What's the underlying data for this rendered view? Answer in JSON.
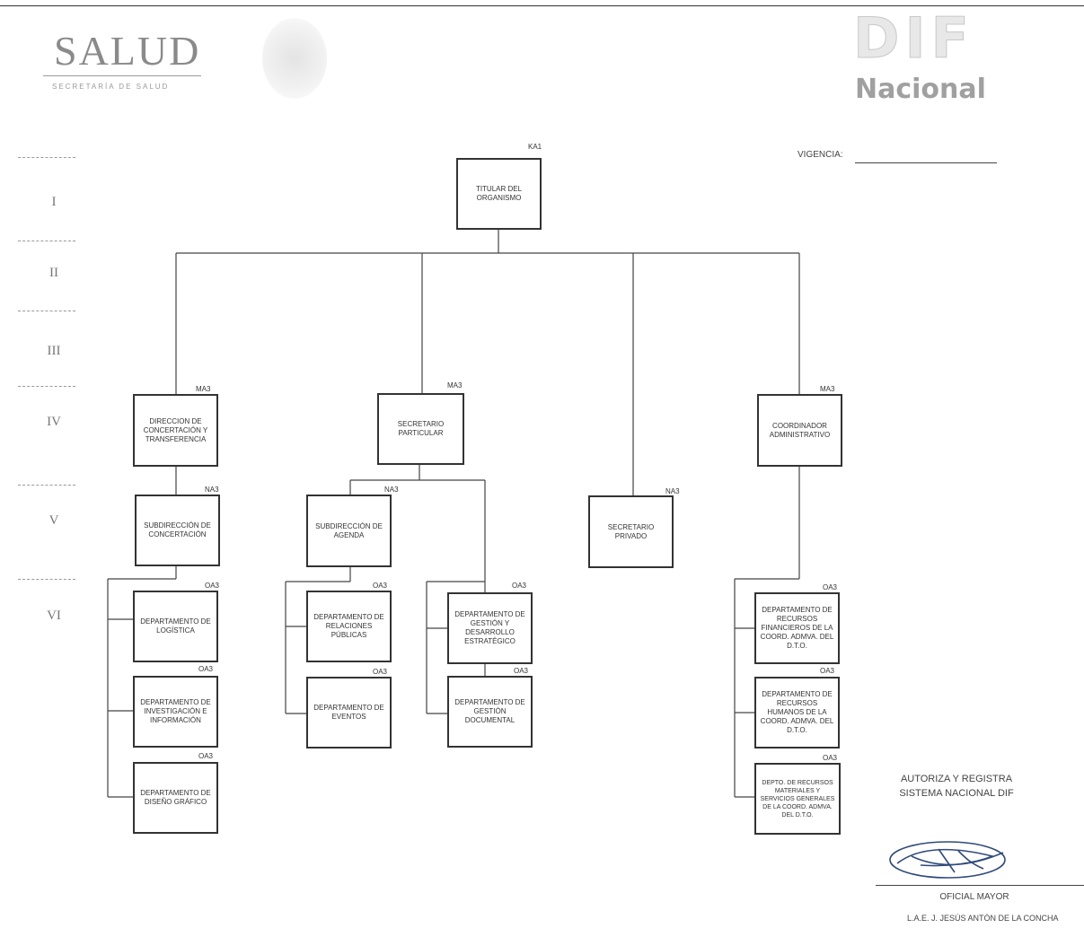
{
  "header": {
    "left_logo_text": "SALUD",
    "left_logo_subtext": "SECRETARÍA DE SALUD",
    "right_logo_text": "DIF",
    "right_logo_subtext": "Nacional",
    "vigencia_label": "VIGENCIA:"
  },
  "levels": [
    "I",
    "II",
    "III",
    "IV",
    "V",
    "VI"
  ],
  "org": {
    "root": {
      "label": "TITULAR DEL ORGANISMO",
      "code": "KA1"
    },
    "direccion": {
      "label": "DIRECCION DE CONCERTACIÓN Y TRANSFERENCIA",
      "code": "MA3"
    },
    "secretario_particular": {
      "label": "SECRETARIO PARTICULAR",
      "code": "MA3"
    },
    "secretario_privado": {
      "label": "SECRETARIO PRIVADO",
      "code": "NA3"
    },
    "coordinador": {
      "label": "COORDINADOR ADMINISTRATIVO",
      "code": "MA3"
    },
    "sub_concertacion": {
      "label": "SUBDIRECCIÓN DE CONCERTACIÓN",
      "code": "NA3"
    },
    "sub_agenda": {
      "label": "SUBDIRECCIÓN DE AGENDA",
      "code": "NA3"
    },
    "depto_logistica": {
      "label": "DEPARTAMENTO DE LOGÍSTICA",
      "code": "OA3"
    },
    "depto_investigacion": {
      "label": "DEPARTAMENTO DE INVESTIGACIÓN E INFORMACIÓN",
      "code": "OA3"
    },
    "depto_diseno": {
      "label": "DEPARTAMENTO DE DISEÑO GRÁFICO",
      "code": "OA3"
    },
    "depto_relaciones": {
      "label": "DEPARTAMENTO DE RELACIONES PÚBLICAS",
      "code": "OA3"
    },
    "depto_eventos": {
      "label": "DEPARTAMENTO DE EVENTOS",
      "code": "OA3"
    },
    "depto_gestion_desarrollo": {
      "label": "DEPARTAMENTO DE GESTIÓN Y DESARROLLO ESTRATÉGICO",
      "code": "OA3"
    },
    "depto_gestion_documental": {
      "label": "DEPARTAMENTO DE GESTIÓN DOCUMENTAL",
      "code": "OA3"
    },
    "depto_rec_financieros": {
      "label": "DEPARTAMENTO DE RECURSOS FINANCIEROS DE LA COORD. ADMVA. DEL D.T.O.",
      "code": "OA3"
    },
    "depto_rec_humanos": {
      "label": "DEPARTAMENTO DE RECURSOS HUMANOS DE LA COORD. ADMVA. DEL D.T.O.",
      "code": "OA3"
    },
    "depto_rec_materiales": {
      "label": "DEPTO. DE RECURSOS MATERIALES Y SERVICIOS GENERALES DE LA COORD. ADMVA. DEL D.T.O.",
      "code": "OA3"
    }
  },
  "signature": {
    "line1": "AUTORIZA Y REGISTRA",
    "line2": "SISTEMA NACIONAL DIF",
    "title": "OFICIAL MAYOR",
    "name": "L.A.E. J. JESÚS ANTÓN DE LA CONCHA"
  }
}
